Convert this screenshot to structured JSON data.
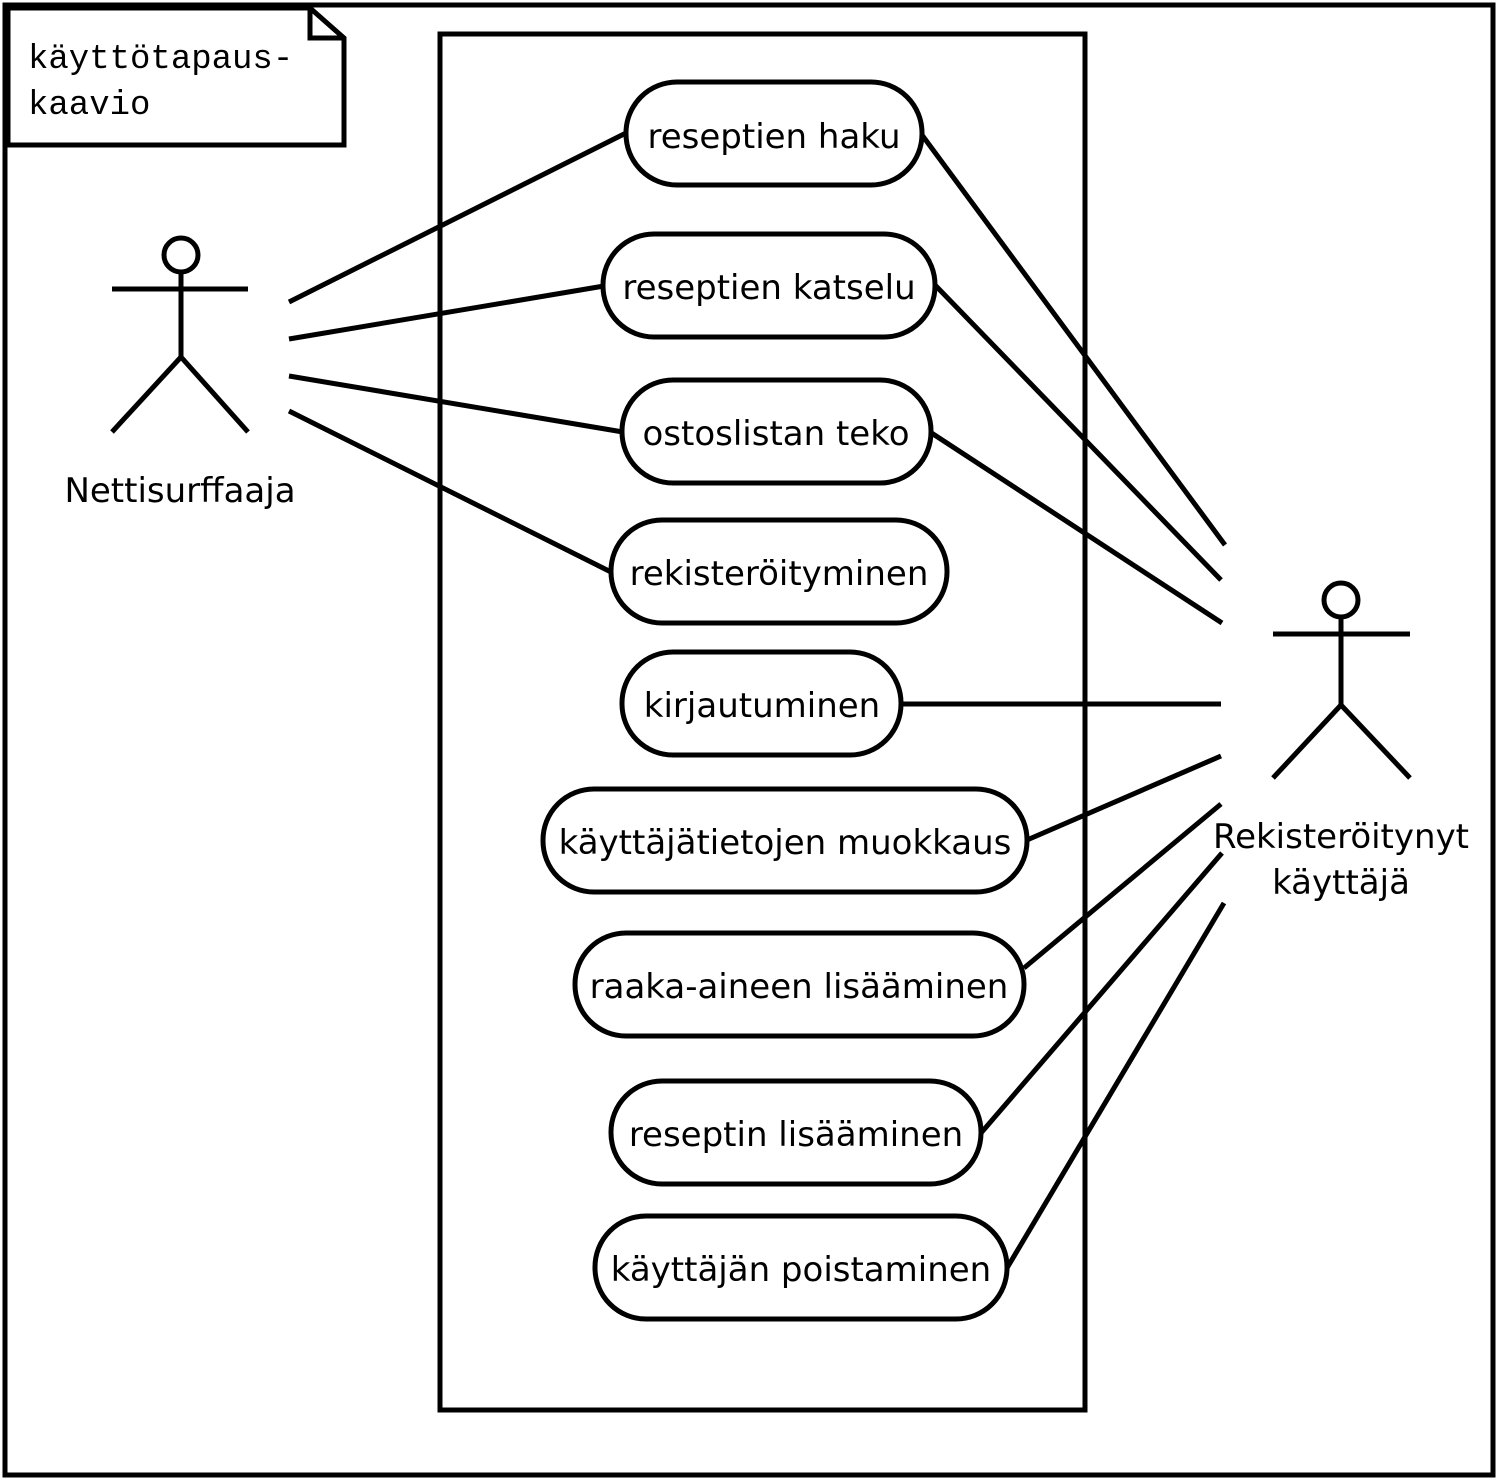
{
  "note": {
    "lines": [
      "käyttötapaus-",
      "kaavio"
    ]
  },
  "actors": {
    "left": {
      "name": "Nettisurffaaja"
    },
    "right": {
      "name_lines": [
        "Rekisteröitynyt",
        "käyttäjä"
      ]
    }
  },
  "use_cases": [
    {
      "id": "uc-reseptien-haku",
      "label": "reseptien haku"
    },
    {
      "id": "uc-reseptien-katselu",
      "label": "reseptien katselu"
    },
    {
      "id": "uc-ostoslistan-teko",
      "label": "ostoslistan teko"
    },
    {
      "id": "uc-rekisteroityminen",
      "label": "rekisteröityminen"
    },
    {
      "id": "uc-kirjautuminen",
      "label": "kirjautuminen"
    },
    {
      "id": "uc-kayttajatietojen-muokkaus",
      "label": "käyttäjätietojen muokkaus"
    },
    {
      "id": "uc-raaka-aineen-lisaaminen",
      "label": "raaka-aineen lisääminen"
    },
    {
      "id": "uc-reseptin-lisaaminen",
      "label": "reseptin lisääminen"
    },
    {
      "id": "uc-kayttajan-poistaminen",
      "label": "käyttäjän poistaminen"
    }
  ],
  "associations": {
    "Nettisurffaaja": [
      "uc-reseptien-haku",
      "uc-reseptien-katselu",
      "uc-ostoslistan-teko",
      "uc-rekisteroityminen"
    ],
    "Rekisteröitynyt käyttäjä": [
      "uc-reseptien-haku",
      "uc-reseptien-katselu",
      "uc-ostoslistan-teko",
      "uc-kirjautuminen",
      "uc-kayttajatietojen-muokkaus",
      "uc-raaka-aineen-lisaaminen",
      "uc-reseptin-lisaaminen",
      "uc-kayttajan-poistaminen"
    ]
  }
}
